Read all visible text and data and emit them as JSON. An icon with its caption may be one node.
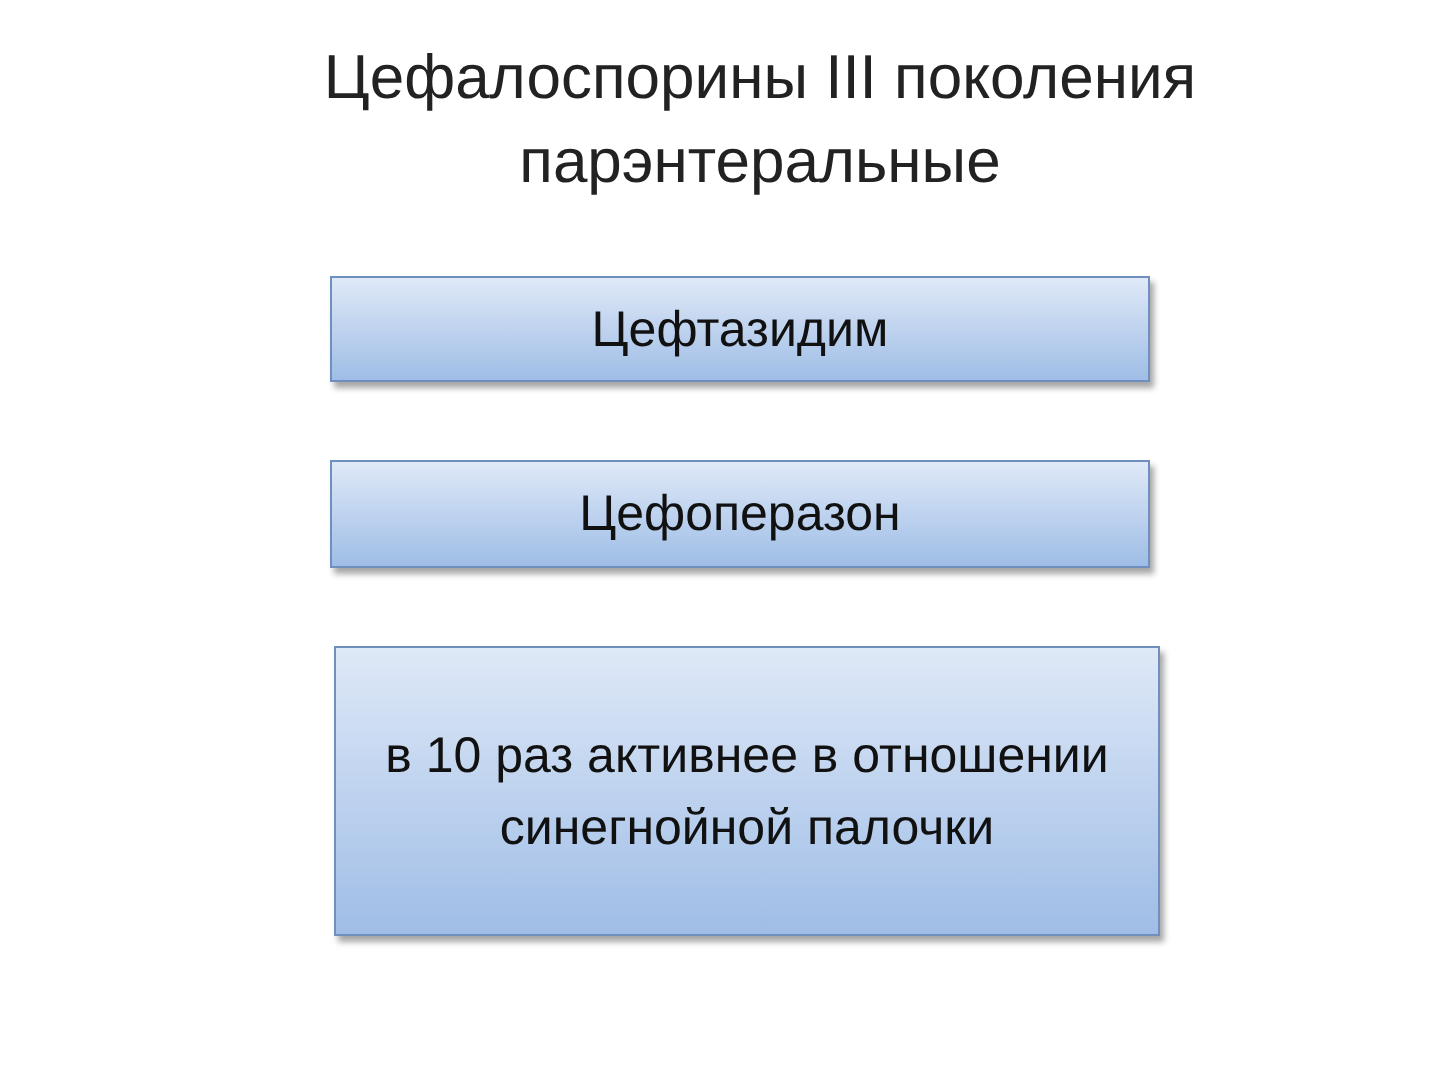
{
  "diagram": {
    "title": "Цефалоспорины III поколения парэнтеральные",
    "nodes": [
      {
        "text": [
          "Цефтазидим"
        ]
      },
      {
        "text": [
          "Цефоперазон"
        ]
      },
      {
        "text": [
          "в 10 раз активнее в отношении синегнойной палочки"
        ]
      }
    ]
  }
}
